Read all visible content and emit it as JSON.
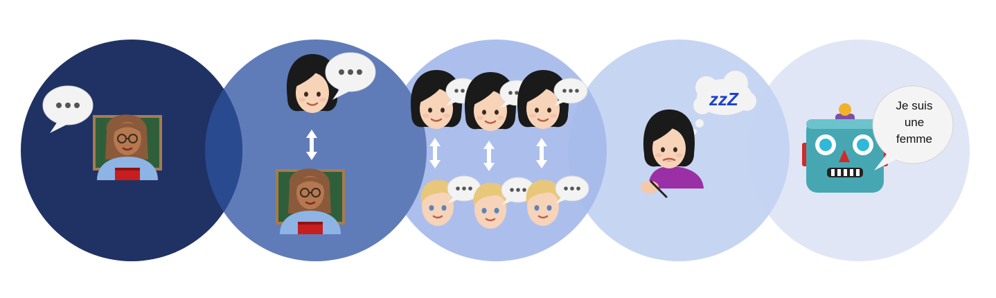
{
  "palette": {
    "circle_1": "#1f3263",
    "circle_2": "#5f7cb8",
    "circle_3": "#a5baea",
    "circle_4": "#c3d3f1",
    "circle_5": "#e0e6f6",
    "overlap_1_2": "#2a4a8f",
    "speech_bubble": "#f1f1f1",
    "arrow": "#ffffff",
    "sleep_z": "#1c3fd1"
  },
  "stages": [
    {
      "id": "teacher-speaking",
      "icons": [
        "speech-bubble-icon",
        "woman-teacher-icon"
      ]
    },
    {
      "id": "one-to-one-conversation",
      "icons": [
        "speech-bubble-icon",
        "woman-icon",
        "double-arrow-icon",
        "woman-teacher-icon"
      ]
    },
    {
      "id": "peer-group-conversations",
      "icons": [
        "speech-bubble-icon",
        "woman-icon",
        "double-arrow-icon",
        "man-icon"
      ]
    },
    {
      "id": "bored-writing",
      "icons": [
        "thought-bubble-icon",
        "sleeping-z-icon",
        "woman-icon",
        "writing-hand-icon"
      ]
    },
    {
      "id": "robot-speaking",
      "icons": [
        "speech-bubble-icon",
        "robot-icon"
      ]
    }
  ],
  "robot_bubble": {
    "line1": "Je suis",
    "line2": "une",
    "line3": "femme"
  },
  "sleep_text": "zzZ"
}
